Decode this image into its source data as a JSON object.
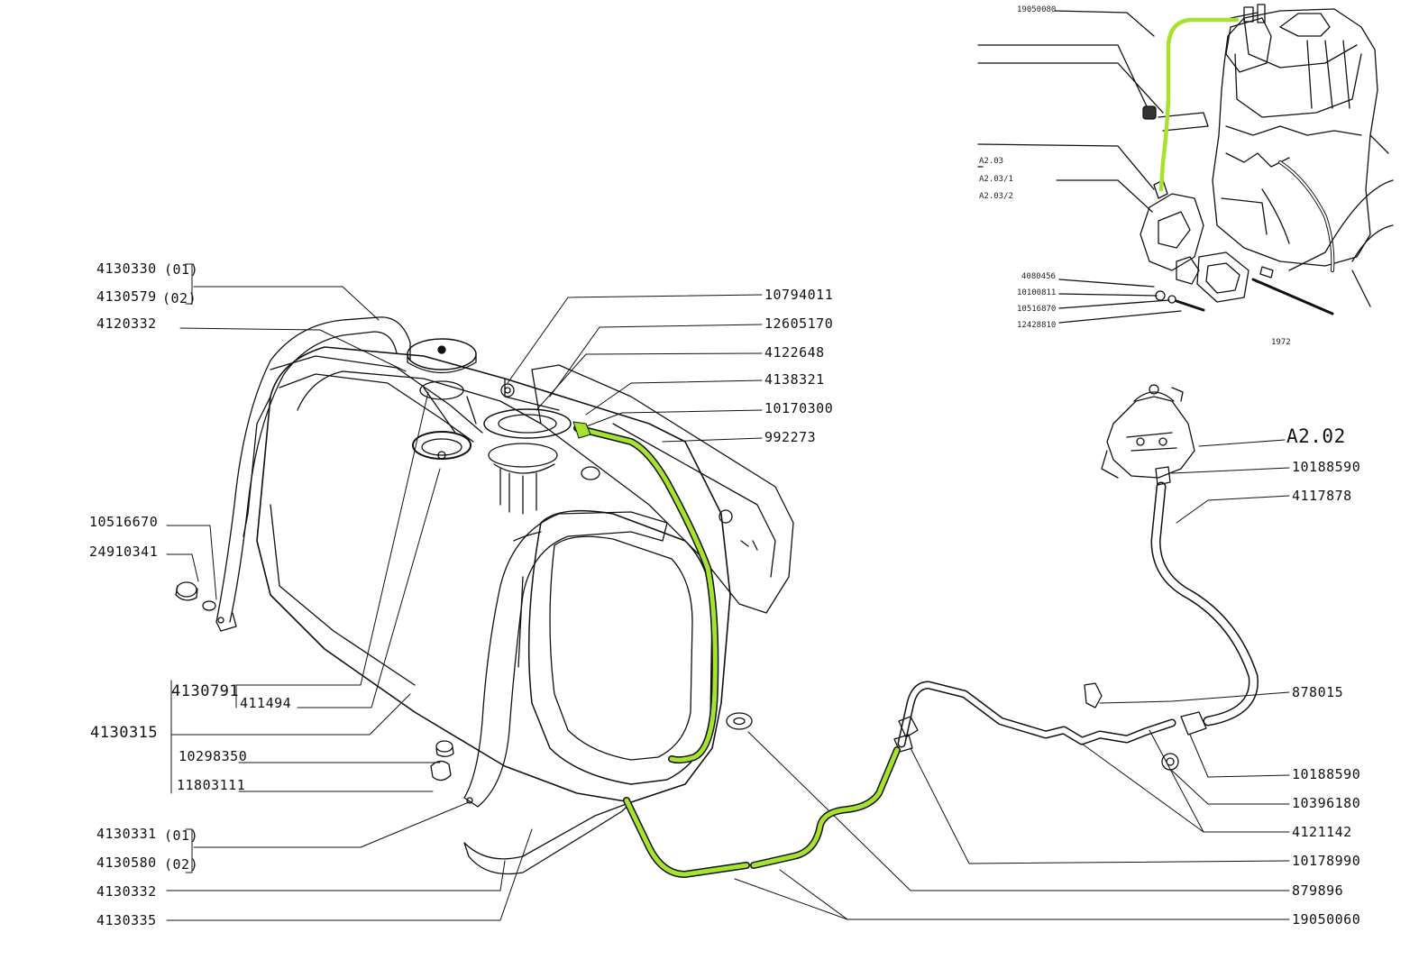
{
  "colors": {
    "highlight": "#a6e22e",
    "ink": "#111111",
    "background": "#ffffff"
  },
  "labels_left": {
    "p4130330": "4130330",
    "p4130330_note": "(01)",
    "p4130579": "4130579",
    "p4130579_note": "(02)",
    "p4120332": "4120332",
    "p10516670": "10516670",
    "p24910341": "24910341",
    "p4130791": "4130791",
    "p411494": "411494",
    "p4130315": "4130315",
    "p10298350": "10298350",
    "p11803111": "11803111",
    "p4130331": "4130331",
    "p4130331_note": "(01)",
    "p4130580": "4130580",
    "p4130580_note": "(02)",
    "p4130332": "4130332",
    "p4130335": "4130335"
  },
  "labels_top": {
    "p10794011": "10794011",
    "p12605170": "12605170",
    "p4122648": "4122648",
    "p4138321": "4138321",
    "p10170300": "10170300",
    "p992273": "992273"
  },
  "labels_right": {
    "a202": "A2.02",
    "p10188590a": "10188590",
    "p4117878": "4117878",
    "p878015": "878015",
    "p10188590b": "10188590",
    "p10396180": "10396180",
    "p4121142": "4121142",
    "p10178990": "10178990",
    "p879896": "879896",
    "p19050060": "19050060"
  },
  "labels_inset": {
    "p19050080": "19050080",
    "a203": "A2.03",
    "a2031": "A2.03/1",
    "a2032": "A2.03/2",
    "p4080456": "4080456",
    "p10100811": "10100811",
    "p10516870": "10516870",
    "p12428810": "12428810",
    "fig": "1972"
  }
}
